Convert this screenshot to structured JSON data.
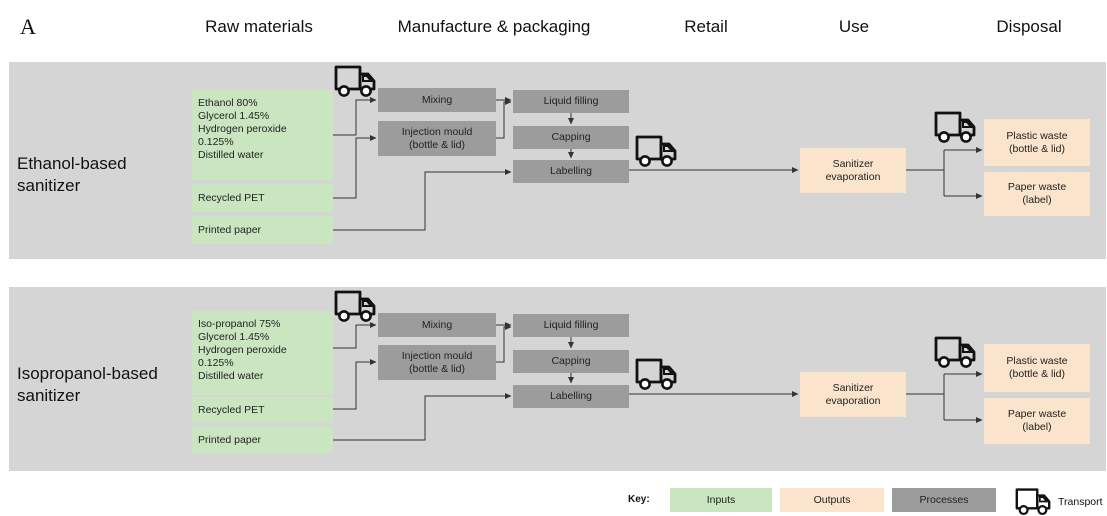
{
  "panel_letter": "A",
  "stages": [
    "Raw materials",
    "Manufacture & packaging",
    "Retail",
    "Use",
    "Disposal"
  ],
  "rows": [
    {
      "label": [
        "Ethanol-based",
        "sanitizer"
      ],
      "inputs": [
        "Ethanol 80%",
        "Glycerol 1.45%",
        "Hydrogen peroxide",
        "0.125%",
        "Distilled water"
      ],
      "recycled_pet": "Recycled PET",
      "printed_paper": "Printed paper",
      "mixing": "Mixing",
      "injection": [
        "Injection mould",
        "(bottle & lid)"
      ],
      "liquid_filling": "Liquid filling",
      "capping": "Capping",
      "labelling": "Labelling",
      "use": [
        "Sanitizer",
        "evaporation"
      ],
      "plastic_waste": [
        "Plastic waste",
        "(bottle & lid)"
      ],
      "paper_waste": [
        "Paper waste",
        "(label)"
      ]
    },
    {
      "label": [
        "Isopropanol-based",
        "sanitizer"
      ],
      "inputs": [
        "Iso-propanol 75%",
        "Glycerol 1.45%",
        "Hydrogen peroxide",
        "0.125%",
        "Distilled water"
      ],
      "recycled_pet": "Recycled PET",
      "printed_paper": "Printed paper",
      "mixing": "Mixing",
      "injection": [
        "Injection mould",
        "(bottle & lid)"
      ],
      "liquid_filling": "Liquid filling",
      "capping": "Capping",
      "labelling": "Labelling",
      "use": [
        "Sanitizer",
        "evaporation"
      ],
      "plastic_waste": [
        "Plastic waste",
        "(bottle & lid)"
      ],
      "paper_waste": [
        "Paper waste",
        "(label)"
      ]
    }
  ],
  "key": {
    "title": "Key:",
    "inputs": "Inputs",
    "outputs": "Outputs",
    "processes": "Processes",
    "transport": "Transport"
  },
  "colors": {
    "band": "#d6d5d6",
    "inputs": "#c9e6c0",
    "outputs": "#fbe4cc",
    "processes": "#9c9c9c"
  },
  "icons": [
    "truck-icon"
  ]
}
